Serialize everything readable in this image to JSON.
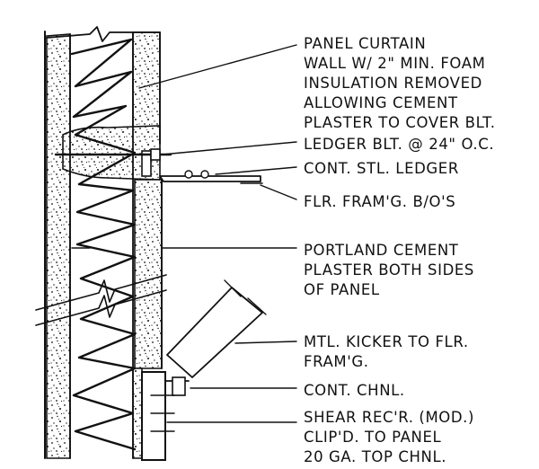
{
  "labels": {
    "panel_curtain_wall": [
      "PANEL CURTAIN",
      "WALL W/ 2\" MIN. FOAM",
      "INSULATION REMOVED",
      "ALLOWING CEMENT",
      "PLASTER TO COVER BLT."
    ],
    "ledger_bolt": [
      "LEDGER BLT. @ 24\" O.C."
    ],
    "cont_stl_ledger": [
      "CONT. STL. LEDGER"
    ],
    "floor_framing": [
      "FLR. FRAM'G. B/O'S"
    ],
    "portland_cement": [
      "PORTLAND CEMENT",
      "PLASTER BOTH SIDES",
      "OF PANEL"
    ],
    "metal_kicker": [
      "MTL. KICKER TO FLR.",
      "FRAM'G."
    ],
    "cont_channel": [
      "CONT. CHNL."
    ],
    "shear_receiver": [
      "SHEAR REC'R. (MOD.)",
      "CLIP'D. TO PANEL",
      "20 GA. TOP CHNL."
    ]
  },
  "colors": {
    "ink": "#111111",
    "paper": "#ffffff"
  }
}
